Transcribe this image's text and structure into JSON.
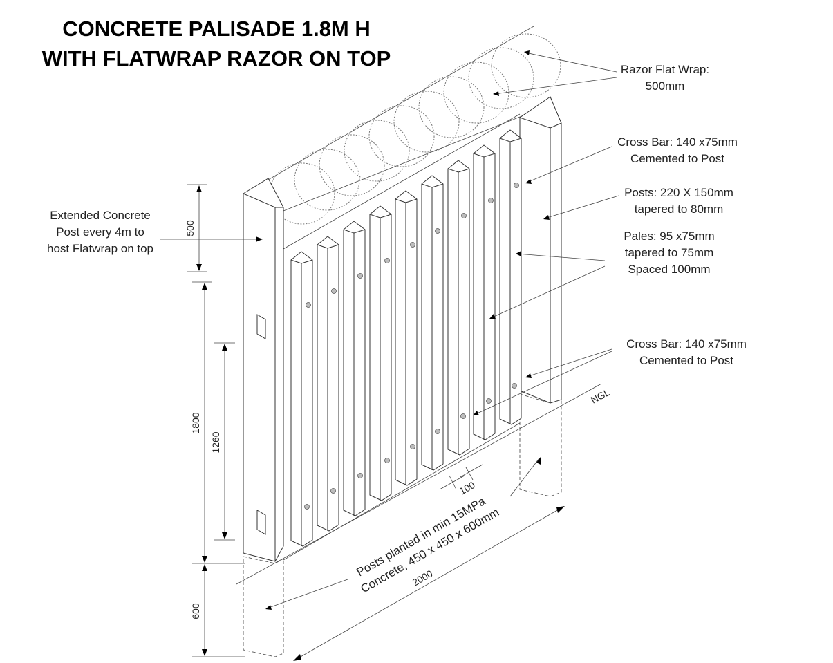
{
  "title": {
    "line1": "CONCRETE PALISADE 1.8M H",
    "line2": "WITH FLATWRAP RAZOR ON TOP"
  },
  "callouts": {
    "razor": [
      "Razor Flat Wrap:",
      "500mm"
    ],
    "crossbar_top": [
      "Cross Bar:  140 x75mm",
      "Cemented to Post"
    ],
    "posts": [
      "Posts: 220 X 150mm",
      "tapered to 80mm"
    ],
    "pales": [
      "Pales: 95 x75mm",
      "tapered to 75mm",
      "Spaced 100mm"
    ],
    "crossbar_bottom": [
      "Cross Bar:  140 x75mm",
      "Cemented to Post"
    ],
    "extended_post": [
      "Extended Concrete",
      "Post every 4m to",
      "host Flatwrap on top"
    ],
    "footing": [
      "Posts planted in min 15MPa",
      "Concrete, 450 x 450 x 600mm"
    ]
  },
  "labels": {
    "ngl": "NGL"
  },
  "dimensions": {
    "extension": "500",
    "height": "1800",
    "crossbar_spacing": "1260",
    "embedment": "600",
    "pale_spacing": "100",
    "span": "2000"
  }
}
